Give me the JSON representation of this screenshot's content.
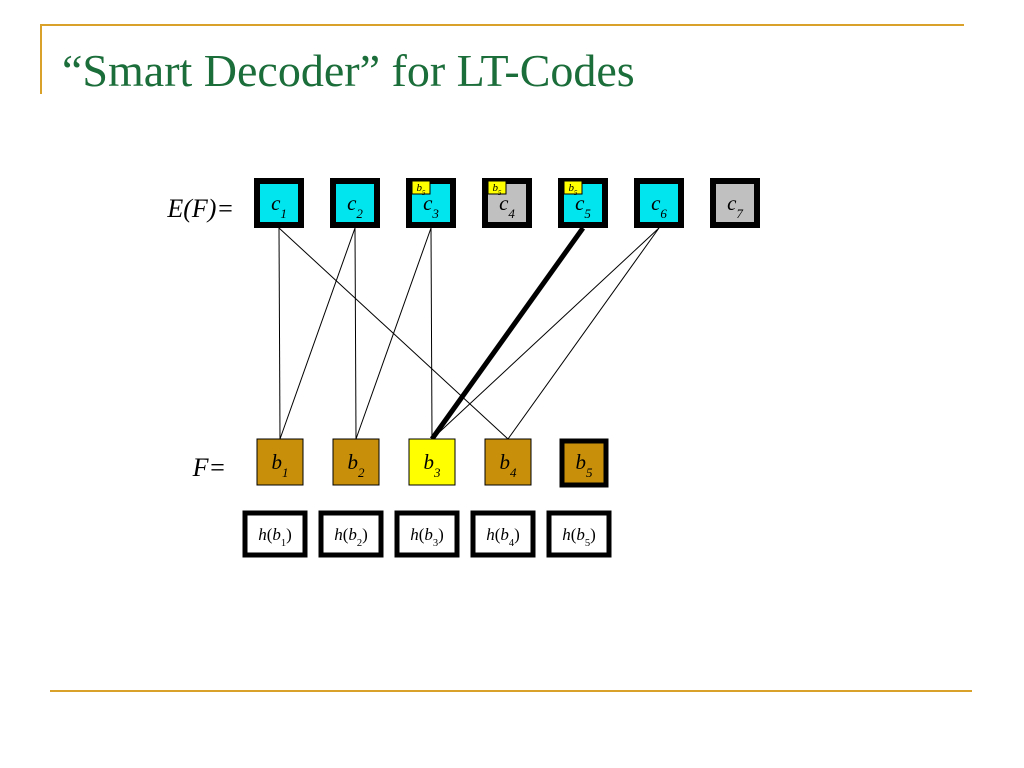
{
  "title": "“Smart Decoder” for LT-Codes",
  "colors": {
    "title_green": "#1b6d3a",
    "frame_gold": "#d9a02a",
    "cyan_node": "#00e5ee",
    "gray_node": "#c0c0c0",
    "gold_node": "#c8900a",
    "yellow_node": "#ffff00"
  },
  "encoded_row": {
    "label": "E(F)=",
    "nodes": [
      {
        "base": "c",
        "sub": "1",
        "fill": "cyan",
        "badge": ""
      },
      {
        "base": "c",
        "sub": "2",
        "fill": "cyan",
        "badge": ""
      },
      {
        "base": "c",
        "sub": "3",
        "fill": "cyan",
        "badge": "b5"
      },
      {
        "base": "c",
        "sub": "4",
        "fill": "gray",
        "badge": "b5"
      },
      {
        "base": "c",
        "sub": "5",
        "fill": "cyan",
        "badge": "b5"
      },
      {
        "base": "c",
        "sub": "6",
        "fill": "cyan",
        "badge": ""
      },
      {
        "base": "c",
        "sub": "7",
        "fill": "gray",
        "badge": ""
      }
    ]
  },
  "source_row": {
    "label": "F=",
    "nodes": [
      {
        "base": "b",
        "sub": "1",
        "fill": "gold",
        "emphasis": false
      },
      {
        "base": "b",
        "sub": "2",
        "fill": "gold",
        "emphasis": false
      },
      {
        "base": "b",
        "sub": "3",
        "fill": "yellow",
        "emphasis": false
      },
      {
        "base": "b",
        "sub": "4",
        "fill": "gold",
        "emphasis": false
      },
      {
        "base": "b",
        "sub": "5",
        "fill": "gold",
        "emphasis": true
      }
    ]
  },
  "hash_row": {
    "nodes": [
      {
        "fn": "h",
        "arg": "b",
        "sub": "1"
      },
      {
        "fn": "h",
        "arg": "b",
        "sub": "2"
      },
      {
        "fn": "h",
        "arg": "b",
        "sub": "3"
      },
      {
        "fn": "h",
        "arg": "b",
        "sub": "4"
      },
      {
        "fn": "h",
        "arg": "b",
        "sub": "5"
      }
    ]
  },
  "edges": [
    {
      "from": "c1",
      "to": "b1",
      "emphasis": false
    },
    {
      "from": "c1",
      "to": "b4",
      "emphasis": false
    },
    {
      "from": "c2",
      "to": "b1",
      "emphasis": false
    },
    {
      "from": "c2",
      "to": "b2",
      "emphasis": false
    },
    {
      "from": "c3",
      "to": "b2",
      "emphasis": false
    },
    {
      "from": "c3",
      "to": "b3",
      "emphasis": false
    },
    {
      "from": "c5",
      "to": "b3",
      "emphasis": true
    },
    {
      "from": "c6",
      "to": "b3",
      "emphasis": false
    },
    {
      "from": "c6",
      "to": "b4",
      "emphasis": false
    }
  ]
}
